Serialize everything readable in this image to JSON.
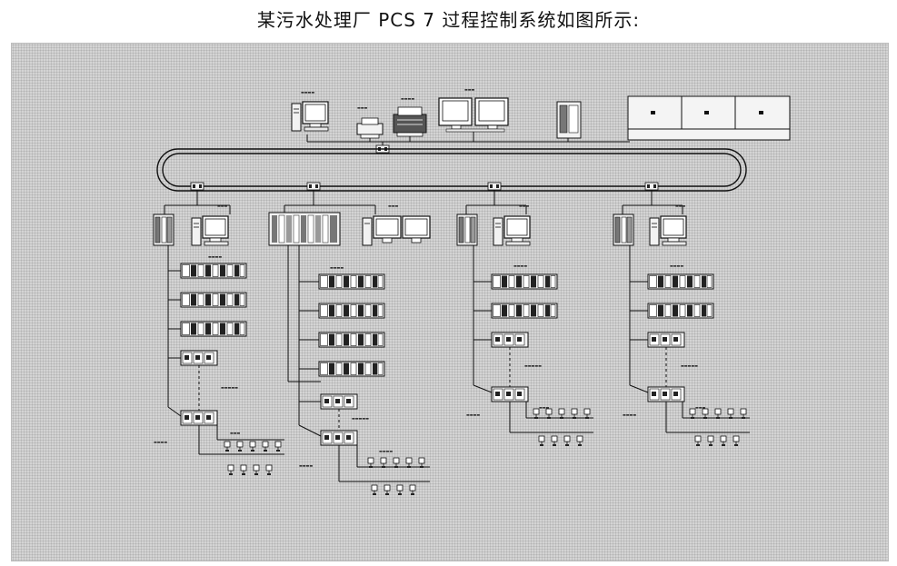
{
  "caption": "某污水处理厂 PCS 7 过程控制系统如图所示:",
  "colors": {
    "panel_background": "#c9c9c9",
    "line": "#1a1a1a",
    "device_fill": "#f2f2f2",
    "screen_fill": "#ffffff"
  },
  "icons": [
    "engineering-station-icon",
    "printer-icon",
    "operator-station-icon",
    "server-cabinet-icon",
    "plc-rack-icon",
    "io-module-rack-icon",
    "field-instrument-icon"
  ],
  "network": {
    "backbone": "redundant-ring-bus",
    "stations": [
      {
        "io_rows": 3,
        "distributed_io": 2,
        "field_devices": 9
      },
      {
        "io_rows": 4,
        "distributed_io": 2,
        "field_devices": 9
      },
      {
        "io_rows": 2,
        "distributed_io": 2,
        "field_devices": 9
      },
      {
        "io_rows": 2,
        "distributed_io": 2,
        "field_devices": 9
      }
    ]
  }
}
